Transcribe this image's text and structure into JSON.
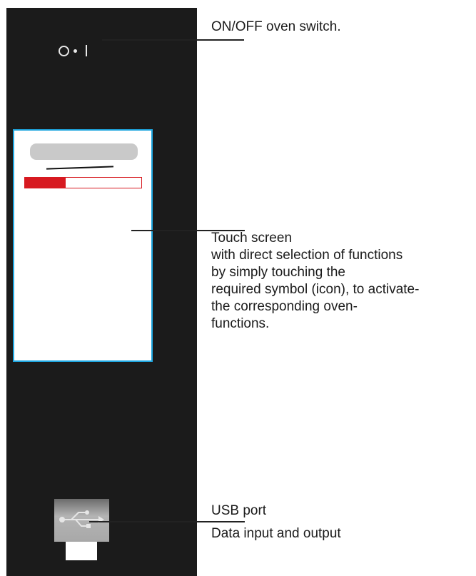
{
  "callouts": {
    "switch": "ON/OFF oven switch.",
    "touchscreen": "Touch screen\nwith direct selection of functions\nby simply touching the\nrequired symbol (icon), to activate-\nthe corresponding oven-\nfunctions.",
    "usb_title": "USB port",
    "usb_desc": "Data input and output"
  },
  "screen": {
    "progress_fraction": 0.35
  },
  "icons": [
    "power-switch-icon",
    "usb-icon"
  ],
  "colors": {
    "panel": "#1b1b1b",
    "screen_border": "#1ea6e0",
    "progress": "#d71920"
  }
}
